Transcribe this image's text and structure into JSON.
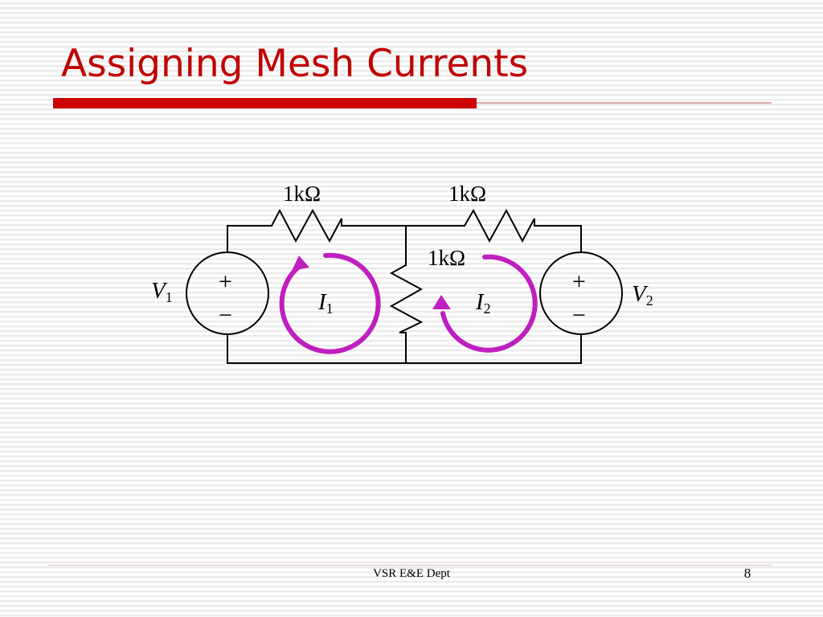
{
  "slide": {
    "title": "Assigning Mesh Currents",
    "accent_color": "#cc0000",
    "rule_light_color": "#d9a8a8",
    "background": "#ffffff"
  },
  "circuit": {
    "wire_color": "#000000",
    "loop_color": "#bf1fbf",
    "resistors": [
      {
        "id": "r-top-left",
        "value": "1kΩ",
        "orientation": "horizontal"
      },
      {
        "id": "r-top-right",
        "value": "1kΩ",
        "orientation": "horizontal"
      },
      {
        "id": "r-middle",
        "value": "1kΩ",
        "orientation": "vertical"
      }
    ],
    "sources": [
      {
        "id": "v1",
        "label": "V",
        "subscript": "1",
        "plus": "+",
        "minus": "−",
        "side": "left"
      },
      {
        "id": "v2",
        "label": "V",
        "subscript": "2",
        "plus": "+",
        "minus": "−",
        "side": "right"
      }
    ],
    "mesh_currents": [
      {
        "id": "i1",
        "label": "I",
        "subscript": "1",
        "direction": "clockwise"
      },
      {
        "id": "i2",
        "label": "I",
        "subscript": "2",
        "direction": "clockwise"
      }
    ]
  },
  "footer": {
    "text": "VSR E&E Dept",
    "page_number": "8"
  }
}
